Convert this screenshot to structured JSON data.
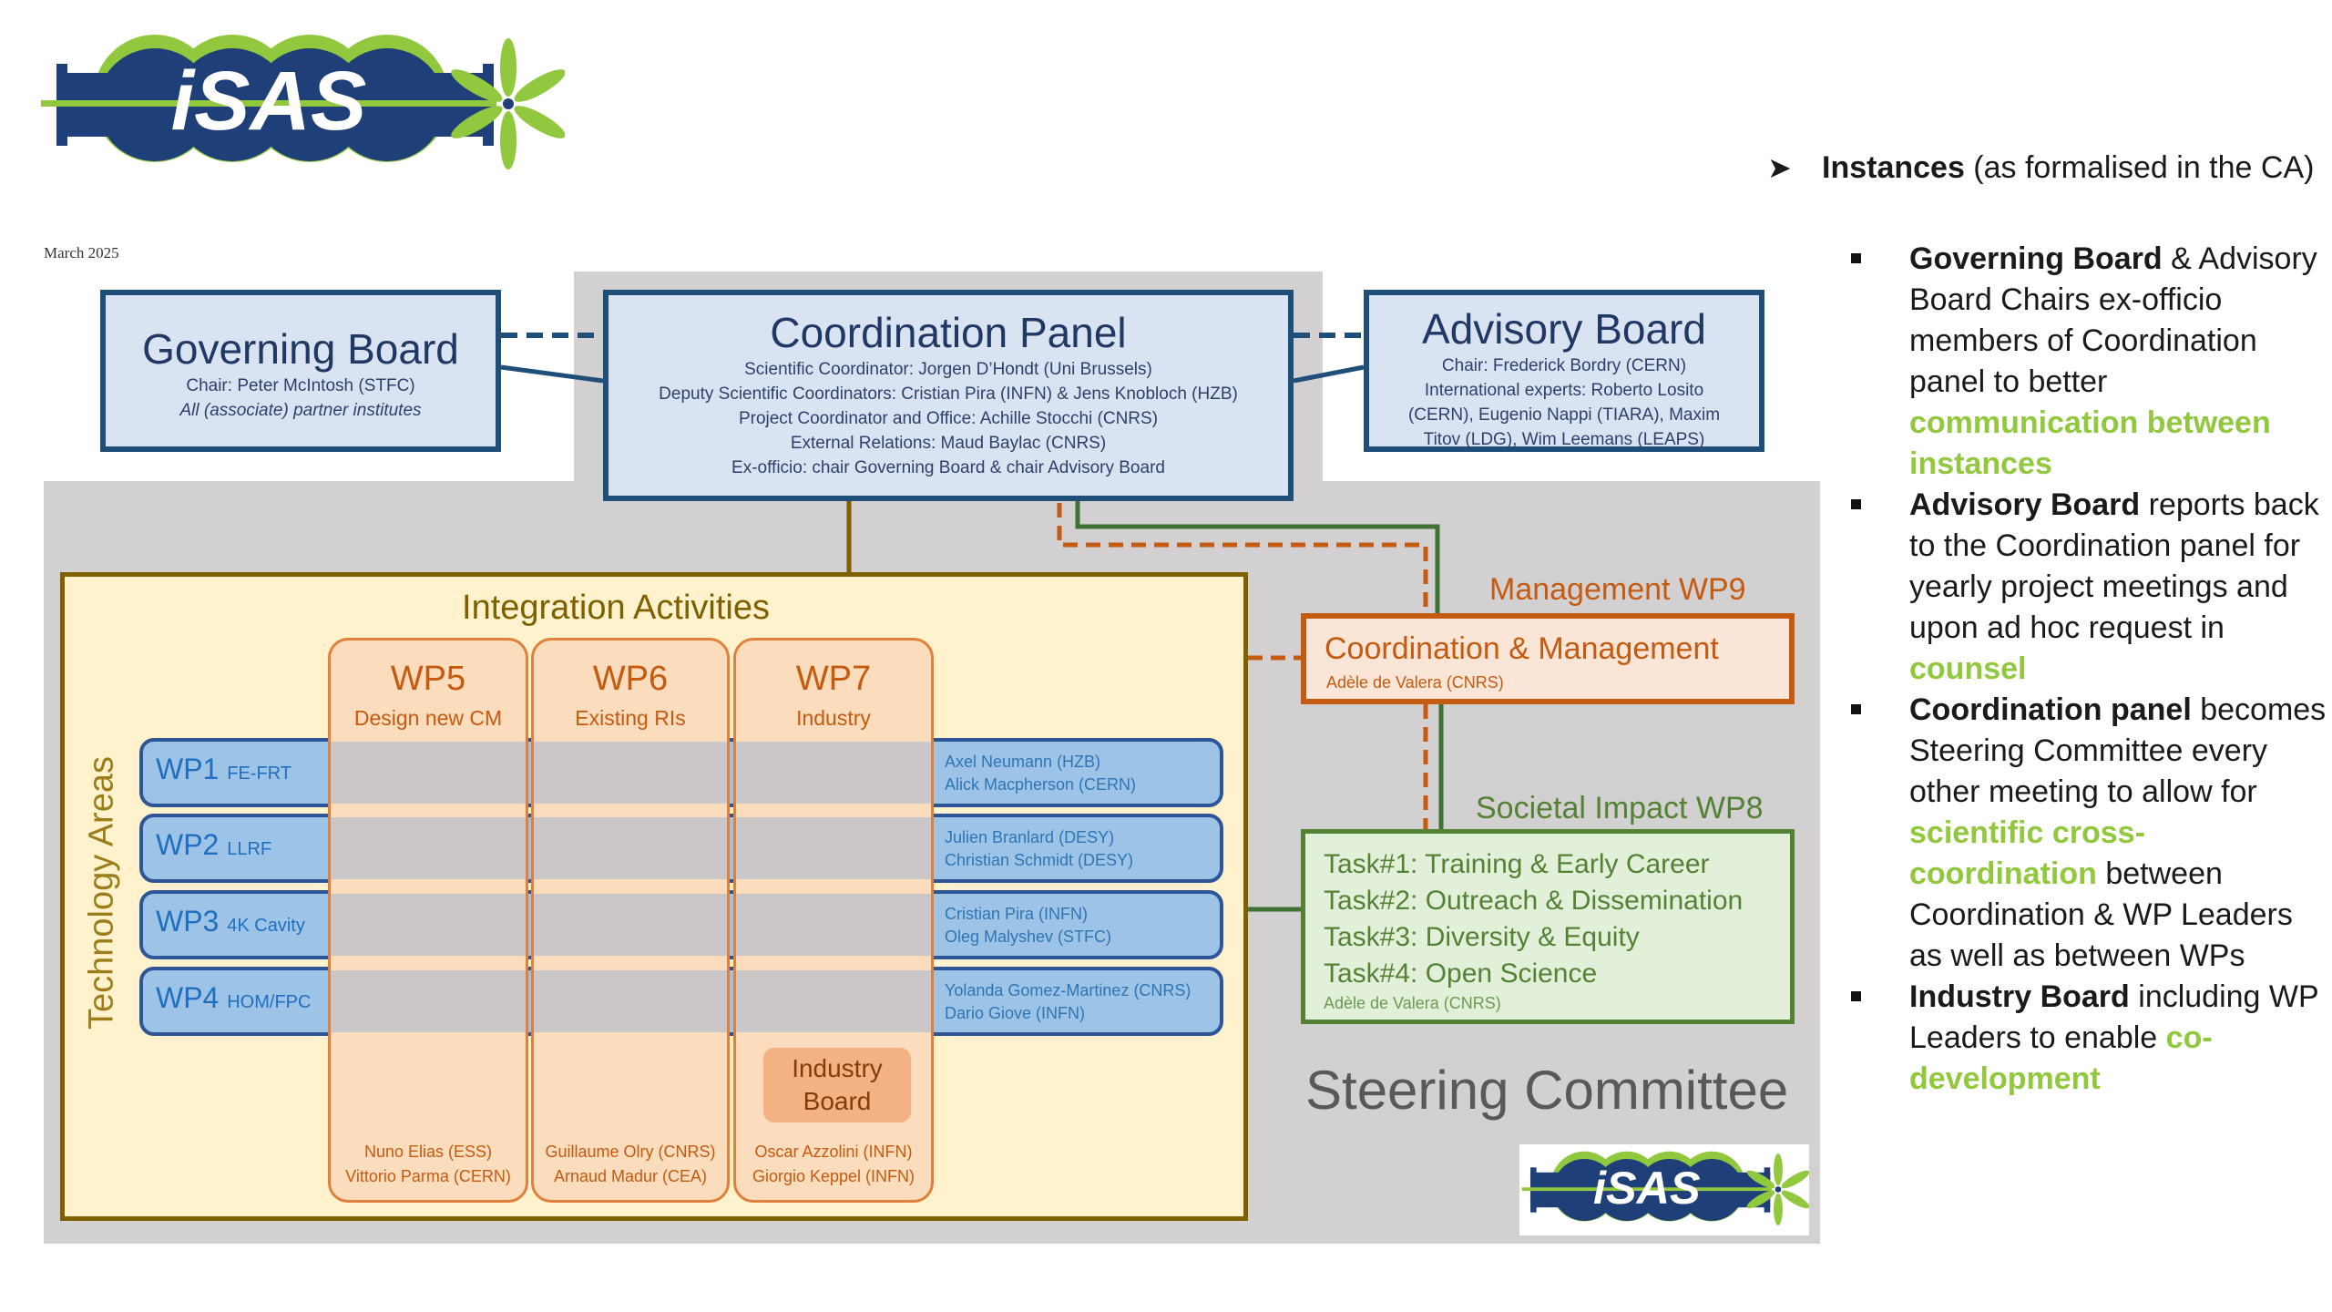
{
  "header": {
    "logo_text": "iSAS",
    "date": "March 2025"
  },
  "colors": {
    "navy": "#1f4e79",
    "logo_green": "#92c83e",
    "management_orange": "#c55a11",
    "societal_green": "#548235",
    "integration_brown": "#7f6000",
    "steering_grey": "#d2d0d1"
  },
  "governing_board": {
    "title": "Governing Board",
    "lines": [
      "Chair: Peter McIntosh (STFC)",
      "All (associate) partner institutes"
    ]
  },
  "coordination_panel": {
    "title": "Coordination Panel",
    "lines": [
      "Scientific Coordinator: Jorgen D’Hondt (Uni Brussels)",
      "Deputy Scientific Coordinators: Cristian Pira (INFN) & Jens Knobloch (HZB)",
      "Project Coordinator and Office: Achille Stocchi (CNRS)",
      "External Relations: Maud Baylac (CNRS)",
      "Ex-officio: chair Governing Board & chair Advisory Board"
    ]
  },
  "advisory_board": {
    "title": "Advisory Board",
    "lines": [
      "Chair: Frederick Bordry (CERN)",
      "International experts: Roberto Losito",
      "(CERN), Eugenio Nappi (TIARA), Maxim",
      "Titov (LDG), Wim Leemans (LEAPS)"
    ]
  },
  "integration": {
    "title": "Integration Activities",
    "tech_label": "Technology Areas",
    "columns": [
      {
        "wp": "WP5",
        "subtitle": "Design new CM",
        "leaders": [
          "Nuno Elias (ESS)",
          "Vittorio Parma (CERN)"
        ]
      },
      {
        "wp": "WP6",
        "subtitle": "Existing RIs",
        "leaders": [
          "Guillaume Olry (CNRS)",
          "Arnaud Madur (CEA)"
        ]
      },
      {
        "wp": "WP7",
        "subtitle": "Industry",
        "leaders": [
          "Oscar Azzolini (INFN)",
          "Giorgio Keppel (INFN)"
        ]
      }
    ],
    "rows": [
      {
        "wp": "WP1",
        "subtitle": "FE-FRT",
        "leaders": [
          "Axel Neumann (HZB)",
          "Alick Macpherson (CERN)"
        ]
      },
      {
        "wp": "WP2",
        "subtitle": "LLRF",
        "leaders": [
          "Julien Branlard (DESY)",
          "Christian Schmidt (DESY)"
        ]
      },
      {
        "wp": "WP3",
        "subtitle": "4K Cavity",
        "leaders": [
          "Cristian Pira (INFN)",
          "Oleg Malyshev (STFC)"
        ]
      },
      {
        "wp": "WP4",
        "subtitle": "HOM/FPC",
        "leaders": [
          "Yolanda Gomez-Martinez (CNRS)",
          "Dario Giove (INFN)"
        ]
      }
    ],
    "industry_board": [
      "Industry",
      "Board"
    ]
  },
  "management": {
    "label": "Management WP9",
    "title": "Coordination & Management",
    "leader": "Adèle de Valera (CNRS)"
  },
  "societal": {
    "label": "Societal Impact WP8",
    "tasks": [
      "Task#1: Training & Early Career",
      "Task#2: Outreach & Dissemination",
      "Task#3: Diversity & Equity",
      "Task#4: Open Science"
    ],
    "leader": "Adèle de Valera (CNRS)"
  },
  "steering_committee": {
    "label": "Steering Committee",
    "logo_text": "iSAS"
  },
  "notes": {
    "heading_bold": "Instances",
    "heading_rest": " (as formalised in the CA)",
    "items": [
      {
        "bold": "Governing Board",
        "text": " & Advisory Board Chairs ex-officio members of Coordination panel to better ",
        "highlight": "communication between instances",
        "after": ""
      },
      {
        "bold": "Advisory Board",
        "text": " reports back to the Coordination panel for yearly project meetings and upon ad hoc request in ",
        "highlight": "counsel",
        "after": ""
      },
      {
        "bold": "Coordination panel",
        "text": " becomes Steering Committee every other meeting to allow for ",
        "highlight": "scientific cross-coordination",
        "after": " between Coordination & WP Leaders as well as between WPs"
      },
      {
        "bold": "Industry Board",
        "text": " including WP Leaders to enable ",
        "highlight": "co-development",
        "after": ""
      }
    ]
  }
}
